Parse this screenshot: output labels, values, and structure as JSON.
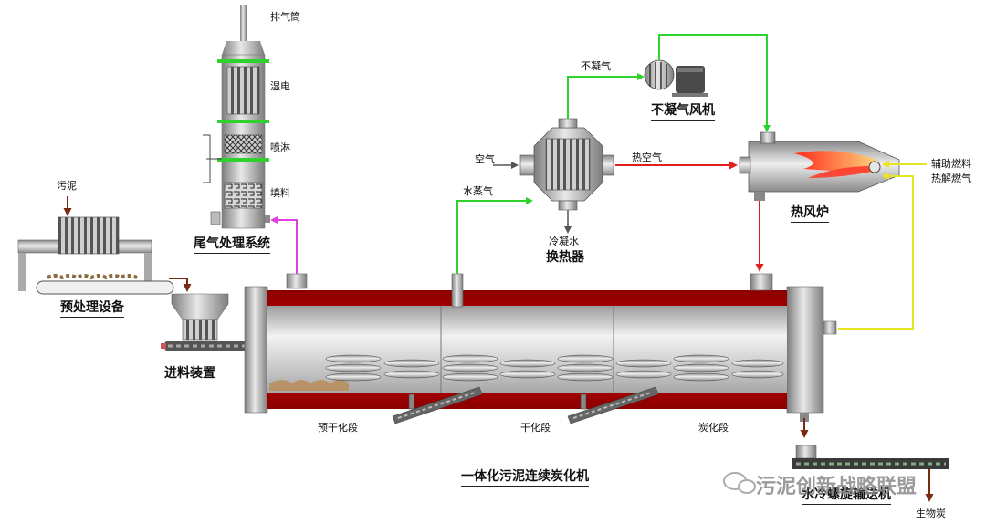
{
  "colors": {
    "red_band": "#c40000",
    "steel": "#9a9a9a",
    "steel_light": "#d9d9d9",
    "pipe_green": "#2fd12f",
    "pipe_red": "#e02020",
    "pipe_yellow": "#f2ef2a",
    "pipe_magenta": "#e040e0",
    "arrow_brown": "#7a2a10"
  },
  "labels": {
    "exhaust_stack": "排气筒",
    "wet_esp": "湿电",
    "spray": "喷淋",
    "packing": "填料",
    "tail_gas_system": "尾气处理系统",
    "sludge": "污泥",
    "pretreatment": "预处理设备",
    "feeding_device": "进料装置",
    "non_condensable_gas": "不凝气",
    "nc_gas_fan": "不凝气风机",
    "air": "空气",
    "water_vapor": "水蒸气",
    "hot_air": "热空气",
    "condensate": "冷凝水",
    "heat_exchanger": "换热器",
    "aux_fuel": "辅助燃料",
    "pyrolysis_gas": "热解燃气",
    "hot_air_furnace": "热风炉",
    "pre_drying": "预干化段",
    "drying": "干化段",
    "carbonization_section": "炭化段",
    "main_title": "一体化污泥连续炭化机",
    "screw_conveyor": "水冷螺旋输送机",
    "biochar": "生物炭",
    "watermark": "污泥创新战略联盟"
  }
}
